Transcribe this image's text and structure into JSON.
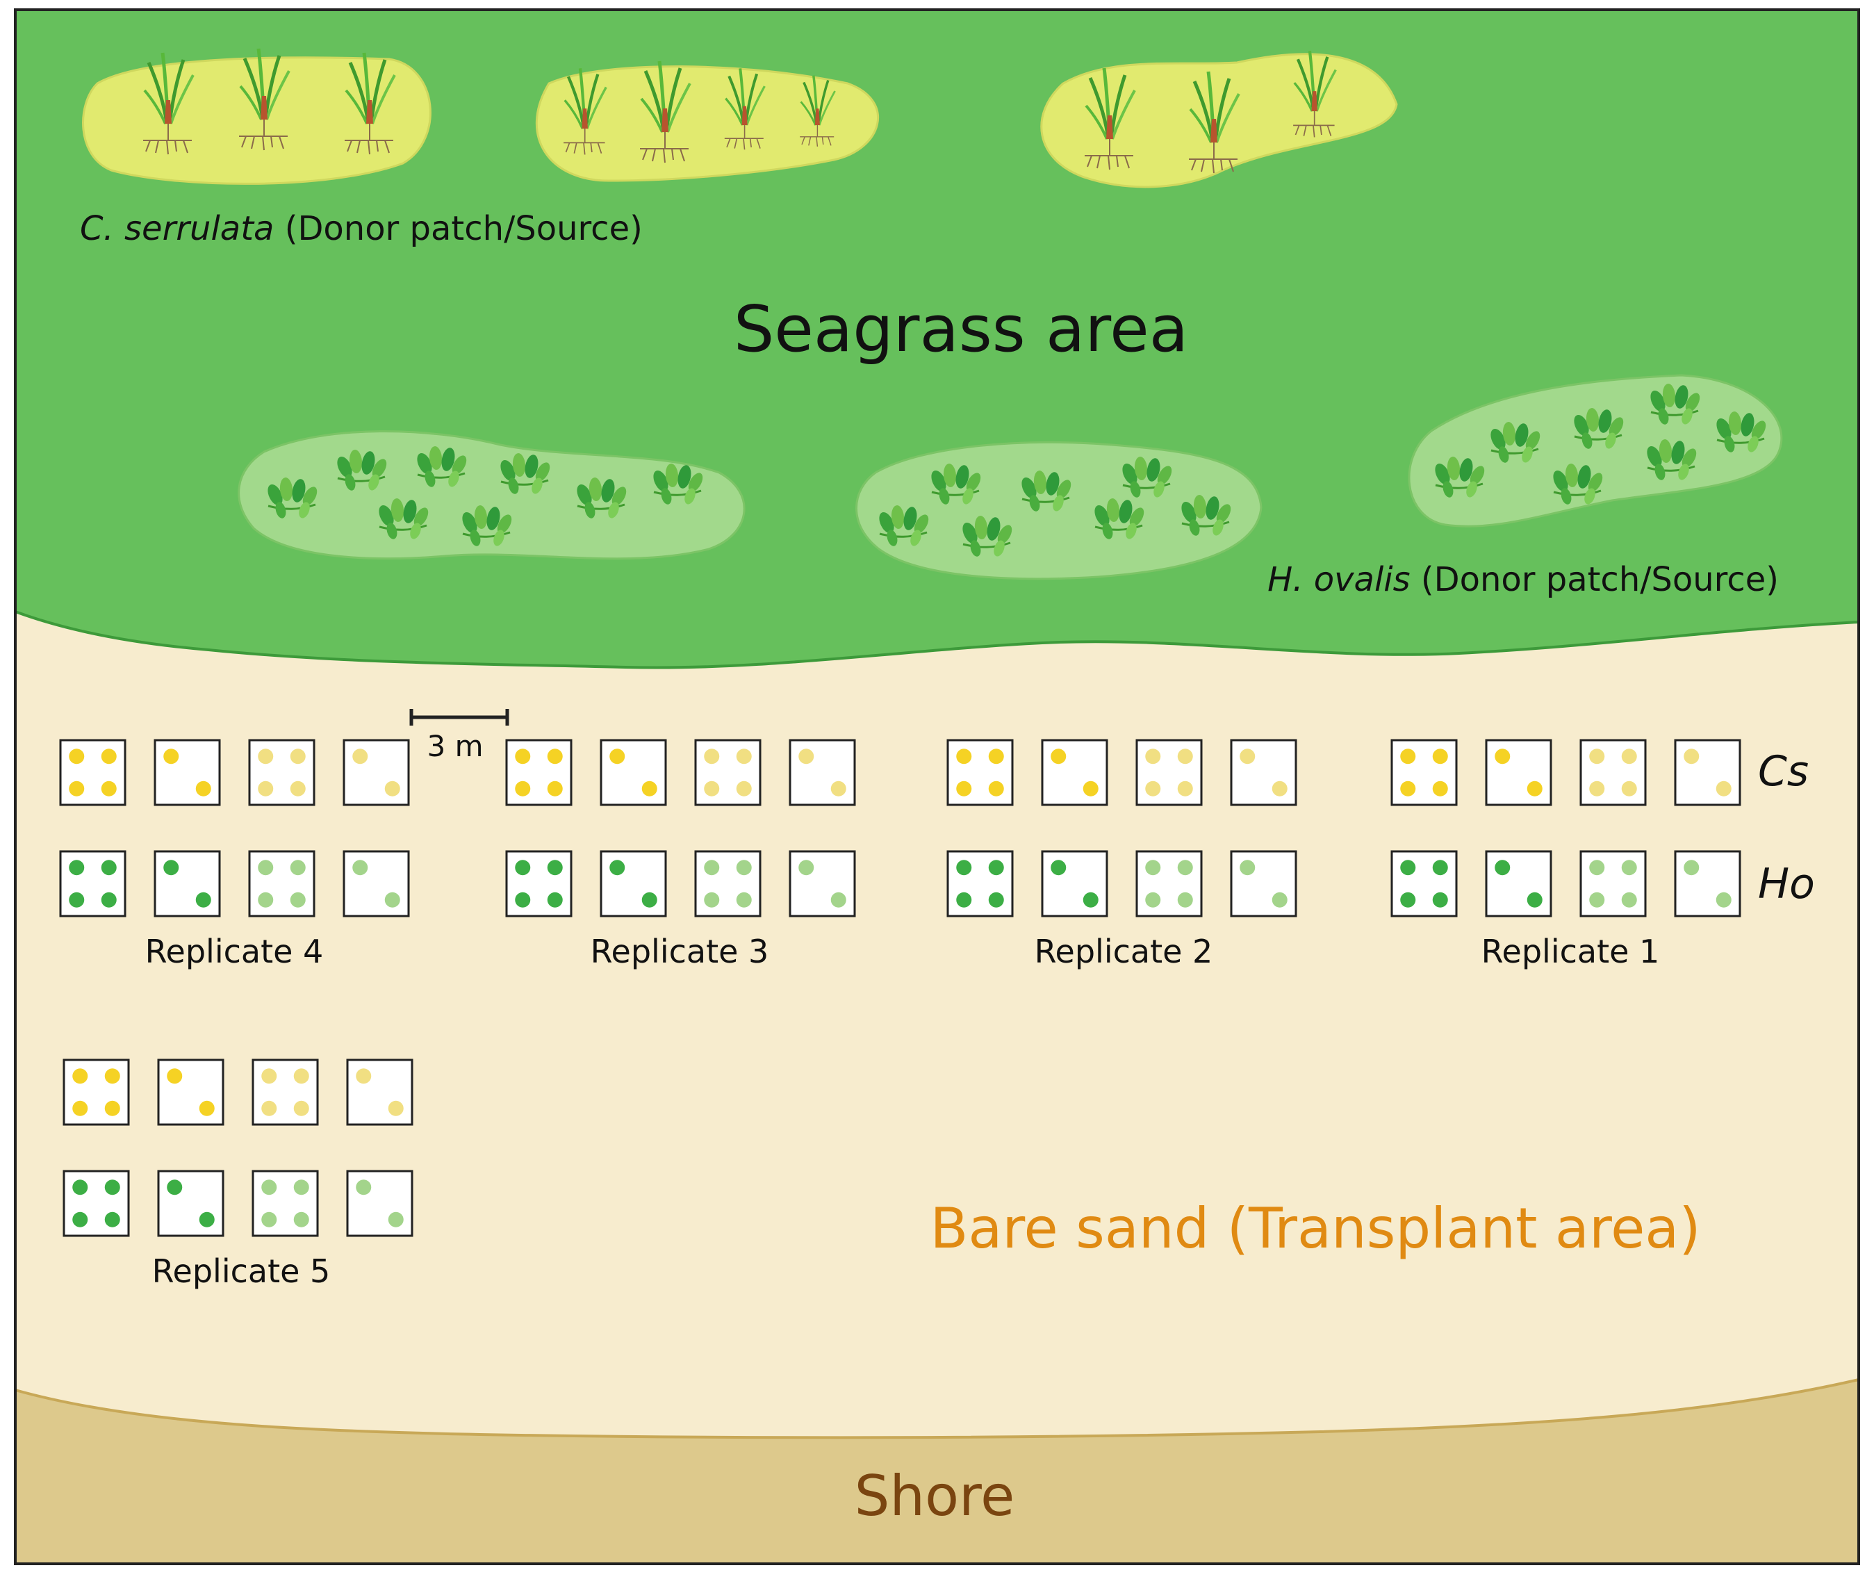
{
  "labels": {
    "cs_source_italic": "C. serrulata",
    "cs_source_rest": " (Donor patch/Source)",
    "ho_source_italic": "H. ovalis",
    "ho_source_rest": " (Donor patch/Source)",
    "seagrass_area": "Seagrass area",
    "scale": "3 m",
    "row_cs": "Cs",
    "row_ho": "Ho",
    "bare_sand": "Bare sand (Transplant area)",
    "shore": "Shore"
  },
  "replicates": [
    {
      "label": "Replicate 4"
    },
    {
      "label": "Replicate 3"
    },
    {
      "label": "Replicate 2"
    },
    {
      "label": "Replicate 1"
    },
    {
      "label": "Replicate 5"
    }
  ],
  "plot_pattern": {
    "description_units": "dots per plot",
    "sequence": [
      4,
      2,
      4,
      2
    ],
    "shade_sequence": [
      "dark",
      "dark",
      "light",
      "light"
    ]
  },
  "colors": {
    "seagrass": "#66c05c",
    "seagrass_outline": "#3d9a3a",
    "cs_patch": "#e1ea6f",
    "ho_patch": "#a2d98c",
    "sand": "#f7ecce",
    "shore": "#ddc98c",
    "shore_line": "#c8a857",
    "cs_dot_dark": "#f5d224",
    "cs_dot_light": "#f1df82",
    "ho_dot_dark": "#3cae45",
    "ho_dot_light": "#a3d48b",
    "bare_sand_text": "#e08a12",
    "shore_text": "#7a4510"
  }
}
